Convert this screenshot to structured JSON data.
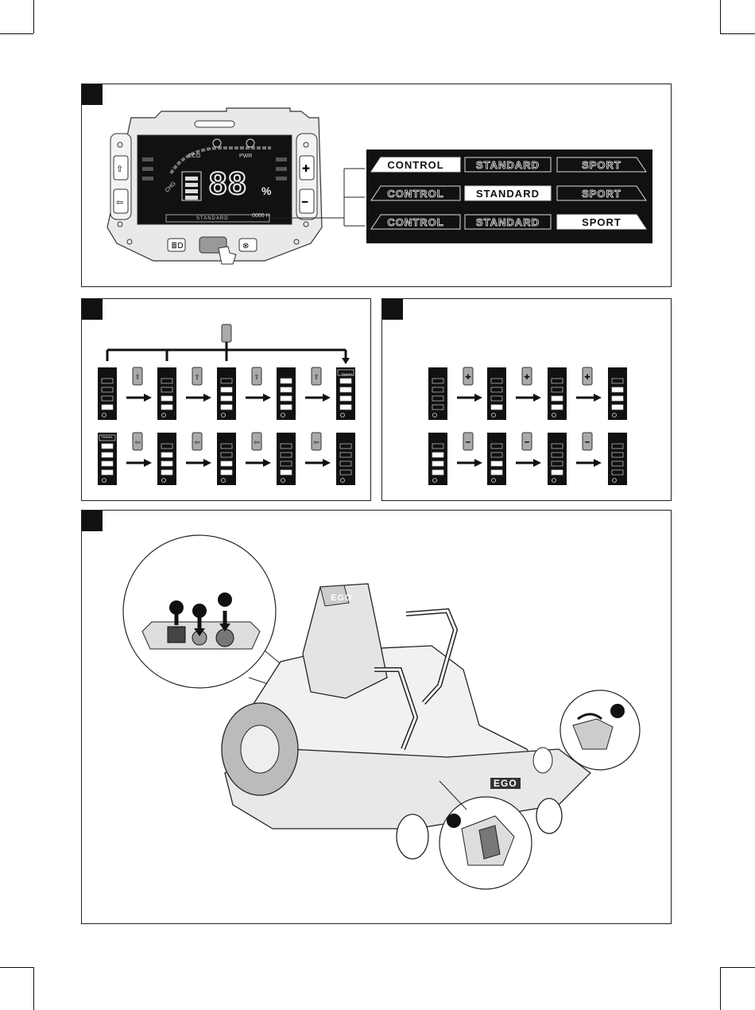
{
  "display": {
    "eco_label": "ECO",
    "pwr_label": "PWR",
    "chg_label": "CHG",
    "big_number": "88",
    "percent": "%",
    "mode_strip": "STANDARD",
    "hours": "0000 H"
  },
  "modes": {
    "labels": [
      "CONTROL",
      "STANDARD",
      "SPORT"
    ],
    "rows": [
      {
        "selected": "CONTROL"
      },
      {
        "selected": "STANDARD"
      },
      {
        "selected": "SPORT"
      }
    ]
  },
  "fig2": {
    "travel_label": "TRAVEL"
  },
  "fig4": {
    "brand": "EGO"
  },
  "icons": [
    "speed-up-icon",
    "speed-down-icon",
    "plus-icon",
    "minus-icon",
    "headlight-icon",
    "blade-icon",
    "hand-pointer-icon",
    "arrow-right-icon"
  ]
}
